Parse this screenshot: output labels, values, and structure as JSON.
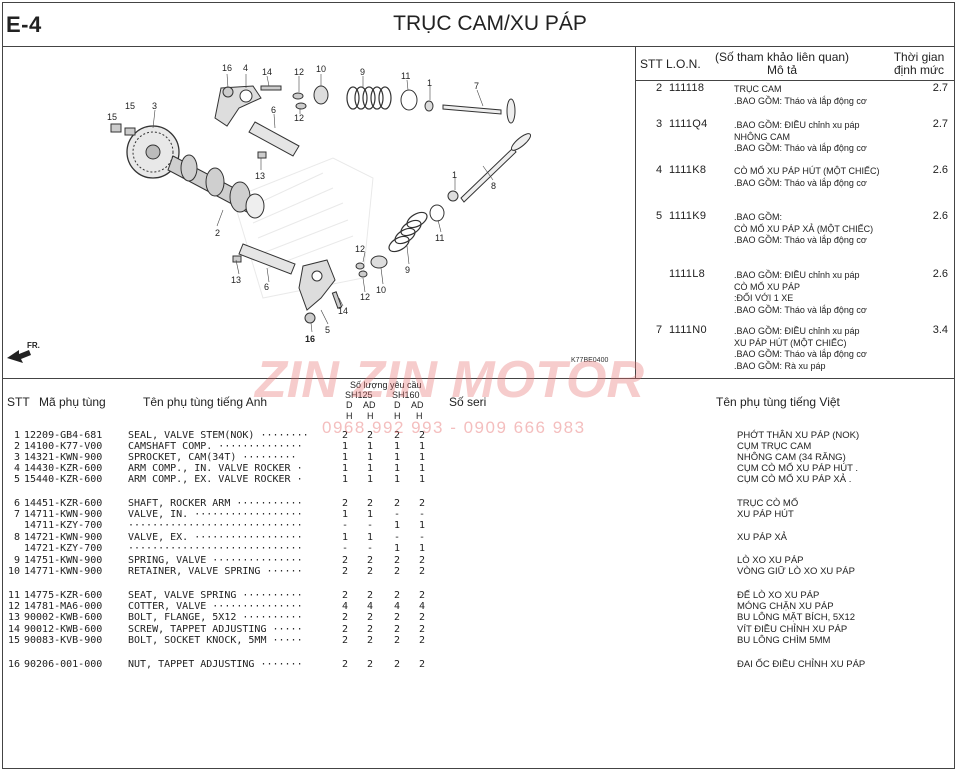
{
  "header": {
    "section_code": "E-4",
    "title": "TRỤC CAM/XU PÁP"
  },
  "diagram": {
    "callouts": [
      "16",
      "4",
      "14",
      "12",
      "10",
      "9",
      "11",
      "1",
      "7",
      "15",
      "3",
      "15",
      "6",
      "12",
      "13",
      "8",
      "2",
      "1",
      "11",
      "12",
      "9",
      "13",
      "6",
      "10",
      "12",
      "14",
      "5",
      "16"
    ],
    "front_label": "FR.",
    "figure_code": "K77BE0400"
  },
  "reference": {
    "headers": {
      "stt": "STT",
      "lon": "L.O.N.",
      "desc_line1": "(Số tham khảo liên quan)",
      "desc_line2": "Mô tả",
      "time_line1": "Thời gian",
      "time_line2": "định mức"
    },
    "rows": [
      {
        "stt": "2",
        "lon": "111118",
        "desc": [
          "TRỤC CAM",
          ".BAO GỒM: Tháo và lắp động cơ"
        ],
        "time": "2.7"
      },
      {
        "stt": "3",
        "lon": "1111Q4",
        "desc": [
          ".BAO GỒM: ĐIỀU chỉnh xu páp",
          "NHÔNG CAM",
          ".BAO GỒM: Tháo và lắp động cơ"
        ],
        "time": "2.7"
      },
      {
        "stt": "4",
        "lon": "1111K8",
        "desc": [
          "CÒ MỔ XU PÁP HÚT (MỘT CHIẾC)",
          ".BAO GỒM: Tháo và lắp động cơ"
        ],
        "time": "2.6"
      },
      {
        "stt": "5",
        "lon": "1111K9",
        "desc": [
          ".BAO GỒM:",
          "CÒ MỔ XU PÁP XẢ (MỘT CHIẾC)",
          ".BAO GỒM: Tháo và lắp động cơ"
        ],
        "time": "2.6"
      },
      {
        "stt": "",
        "lon": "1111L8",
        "desc": [
          ".BAO GỒM: ĐIỀU chỉnh xu páp",
          "CÒ MỔ XU PÁP",
          ":ĐỐI VỚI 1 XE",
          ".BAO GỒM: Tháo và lắp động cơ"
        ],
        "time": "2.6"
      },
      {
        "stt": "7",
        "lon": "1111N0",
        "desc": [
          ".BAO GỒM: ĐIỀU chỉnh xu páp",
          "XU PÁP HÚT (MỘT CHIẾC)",
          ".BAO GỒM: Tháo và lắp động cơ",
          ".BAO GỒM: Rà xu páp"
        ],
        "time": "3.4"
      }
    ]
  },
  "parts": {
    "headers": {
      "stt": "STT",
      "part_no": "Mã phụ tùng",
      "name_en": "Tên phụ tùng tiếng Anh",
      "qty_title": "Số lượng yêu cầu",
      "model_a": "SH125",
      "model_b": "SH160",
      "var_d1": "D",
      "var_ad1": "AD",
      "var_d2": "D",
      "var_ad2": "AD",
      "h1": "H",
      "h2": "H",
      "h3": "H",
      "h4": "H",
      "serial": "Số seri",
      "name_vn": "Tên phụ tùng tiếng Việt"
    },
    "rows": [
      {
        "stt": "1",
        "pn": "12209-GB4-681",
        "en": "SEAL, VALVE STEM(NOK) ········",
        "q": [
          "2",
          "2",
          "2",
          "2"
        ],
        "vn": "PHỚT THÂN XU PÁP (NOK)"
      },
      {
        "stt": "2",
        "pn": "14100-K77-V00",
        "en": "CAMSHAFT COMP. ··············",
        "q": [
          "1",
          "1",
          "1",
          "1"
        ],
        "vn": "CỤM TRỤC CAM"
      },
      {
        "stt": "3",
        "pn": "14321-KWN-900",
        "en": "SPROCKET, CAM(34T) ·········",
        "q": [
          "1",
          "1",
          "1",
          "1"
        ],
        "vn": "NHÔNG CAM (34 RĂNG)"
      },
      {
        "stt": "4",
        "pn": "14430-KZR-600",
        "en": "ARM COMP., IN. VALVE ROCKER ·",
        "q": [
          "1",
          "1",
          "1",
          "1"
        ],
        "vn": "CỤM CÒ MỔ XU PÁP HÚT ."
      },
      {
        "stt": "5",
        "pn": "15440-KZR-600",
        "en": "ARM COMP., EX. VALVE ROCKER ·",
        "q": [
          "1",
          "1",
          "1",
          "1"
        ],
        "vn": "CỤM CÒ MỔ XU PÁP XẢ ."
      },
      {
        "stt": "6",
        "pn": "14451-KZR-600",
        "en": "SHAFT, ROCKER ARM ···········",
        "q": [
          "2",
          "2",
          "2",
          "2"
        ],
        "vn": "TRỤC CÒ MỔ"
      },
      {
        "stt": "7",
        "pn": "14711-KWN-900",
        "en": "VALVE, IN. ··················",
        "q": [
          "1",
          "1",
          "-",
          "-"
        ],
        "vn": "XU PÁP HÚT"
      },
      {
        "stt": "",
        "pn": "14711-KZY-700",
        "en": "·····························",
        "q": [
          "-",
          "-",
          "1",
          "1"
        ],
        "vn": ""
      },
      {
        "stt": "8",
        "pn": "14721-KWN-900",
        "en": "VALVE, EX. ··················",
        "q": [
          "1",
          "1",
          "-",
          "-"
        ],
        "vn": "XU PÁP XẢ"
      },
      {
        "stt": "",
        "pn": "14721-KZY-700",
        "en": "·····························",
        "q": [
          "-",
          "-",
          "1",
          "1"
        ],
        "vn": ""
      },
      {
        "stt": "9",
        "pn": "14751-KWN-900",
        "en": "SPRING, VALVE ···············",
        "q": [
          "2",
          "2",
          "2",
          "2"
        ],
        "vn": "LÒ XO XU PÁP"
      },
      {
        "stt": "10",
        "pn": "14771-KWN-900",
        "en": "RETAINER, VALVE SPRING ······",
        "q": [
          "2",
          "2",
          "2",
          "2"
        ],
        "vn": "VÒNG GIỮ LÒ XO XU PÁP"
      },
      {
        "stt": "11",
        "pn": "14775-KZR-600",
        "en": "SEAT, VALVE SPRING ··········",
        "q": [
          "2",
          "2",
          "2",
          "2"
        ],
        "vn": "ĐẾ LÒ XO XU PÁP"
      },
      {
        "stt": "12",
        "pn": "14781-MA6-000",
        "en": "COTTER, VALVE ···············",
        "q": [
          "4",
          "4",
          "4",
          "4"
        ],
        "vn": "MÓNG CHẶN XU PÁP"
      },
      {
        "stt": "13",
        "pn": "90002-KWB-600",
        "en": "BOLT, FLANGE, 5X12 ··········",
        "q": [
          "2",
          "2",
          "2",
          "2"
        ],
        "vn": "BU LÔNG MẶT BÍCH, 5X12"
      },
      {
        "stt": "14",
        "pn": "90012-KWB-600",
        "en": "SCREW, TAPPET ADJUSTING ·····",
        "q": [
          "2",
          "2",
          "2",
          "2"
        ],
        "vn": "VÍT ĐIỀU CHỈNH XU PÁP"
      },
      {
        "stt": "15",
        "pn": "90083-KVB-900",
        "en": "BOLT, SOCKET KNOCK, 5MM ·····",
        "q": [
          "2",
          "2",
          "2",
          "2"
        ],
        "vn": "BU LÔNG CHÌM 5MM"
      },
      {
        "stt": "16",
        "pn": "90206-001-000",
        "en": "NUT, TAPPET ADJUSTING ·······",
        "q": [
          "2",
          "2",
          "2",
          "2"
        ],
        "vn": "ĐAI ỐC ĐIỀU CHỈNH XU PÁP"
      }
    ]
  },
  "watermark": {
    "brand": "ZIN ZIN MOTOR",
    "phone": "0968 992 993 - 0909 666 983"
  }
}
